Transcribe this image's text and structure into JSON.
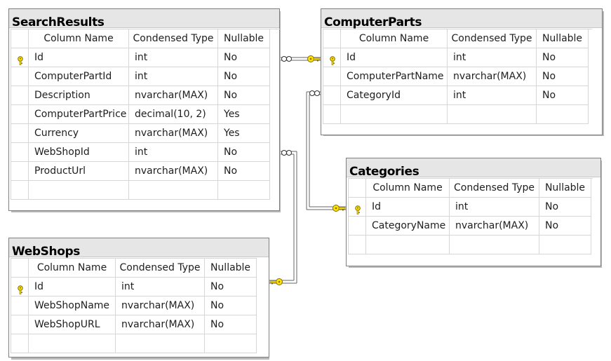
{
  "tables": {
    "search_results": {
      "title": "SearchResults",
      "headers": [
        "Column Name",
        "Condensed Type",
        "Nullable"
      ],
      "rows": [
        {
          "name": "Id",
          "type": "int",
          "nullable": "No",
          "pk": true
        },
        {
          "name": "ComputerPartId",
          "type": "int",
          "nullable": "No"
        },
        {
          "name": "Description",
          "type": "nvarchar(MAX)",
          "nullable": "No"
        },
        {
          "name": "ComputerPartPrice",
          "type": "decimal(10, 2)",
          "nullable": "Yes"
        },
        {
          "name": "Currency",
          "type": "nvarchar(MAX)",
          "nullable": "Yes"
        },
        {
          "name": "WebShopId",
          "type": "int",
          "nullable": "No"
        },
        {
          "name": "ProductUrl",
          "type": "nvarchar(MAX)",
          "nullable": "No"
        }
      ]
    },
    "computer_parts": {
      "title": "ComputerParts",
      "headers": [
        "Column Name",
        "Condensed Type",
        "Nullable"
      ],
      "rows": [
        {
          "name": "Id",
          "type": "int",
          "nullable": "No",
          "pk": true
        },
        {
          "name": "ComputerPartName",
          "type": "nvarchar(MAX)",
          "nullable": "No"
        },
        {
          "name": "CategoryId",
          "type": "int",
          "nullable": "No"
        }
      ]
    },
    "categories": {
      "title": "Categories",
      "headers": [
        "Column Name",
        "Condensed Type",
        "Nullable"
      ],
      "rows": [
        {
          "name": "Id",
          "type": "int",
          "nullable": "No",
          "pk": true
        },
        {
          "name": "CategoryName",
          "type": "nvarchar(MAX)",
          "nullable": "No"
        }
      ]
    },
    "web_shops": {
      "title": "WebShops",
      "headers": [
        "Column Name",
        "Condensed Type",
        "Nullable"
      ],
      "rows": [
        {
          "name": "Id",
          "type": "int",
          "nullable": "No",
          "pk": true
        },
        {
          "name": "WebShopName",
          "type": "nvarchar(MAX)",
          "nullable": "No"
        },
        {
          "name": "WebShopURL",
          "type": "nvarchar(MAX)",
          "nullable": "No"
        }
      ]
    }
  },
  "relationships": [
    {
      "from": "SearchResults",
      "to": "ComputerParts",
      "many_end": "infinity",
      "one_end": "key"
    },
    {
      "from": "ComputerParts",
      "to": "Categories",
      "many_end": "infinity",
      "one_end": "key"
    },
    {
      "from": "SearchResults",
      "to": "WebShops",
      "many_end": "infinity",
      "one_end": "key"
    }
  ],
  "colors": {
    "key_fill": "#ffe400",
    "key_stroke": "#806a00",
    "line": "#666666",
    "title_bg": "#e6e6e6"
  },
  "icons": {
    "primary_key": "key-icon",
    "many": "infinity-icon",
    "one": "key-icon"
  }
}
